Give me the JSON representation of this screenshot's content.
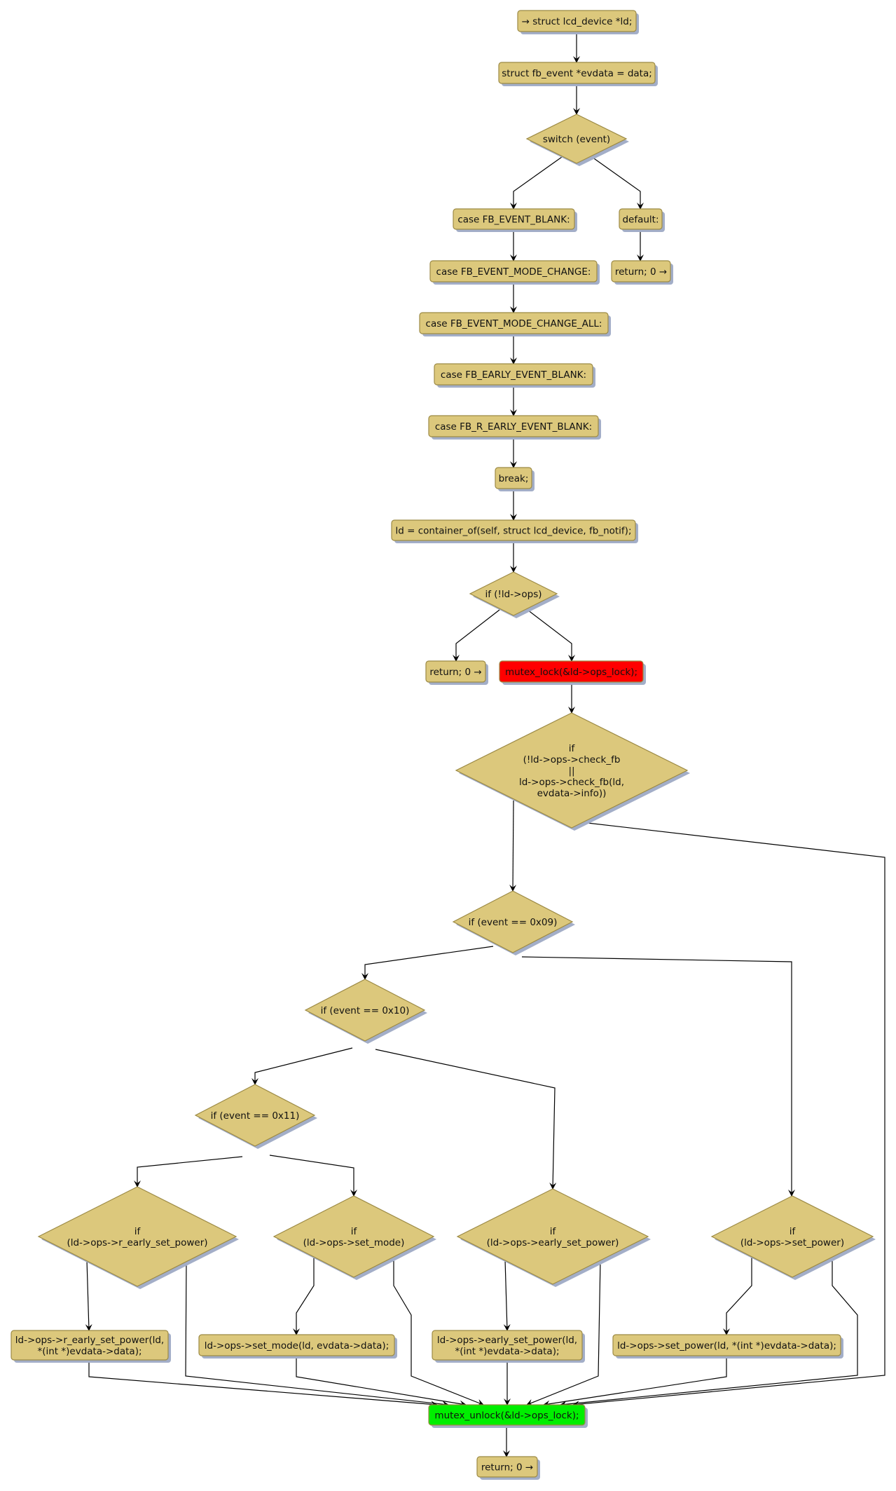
{
  "diagram": {
    "type": "flowchart",
    "colors": {
      "node_fill": "#dcc87c",
      "node_border": "#9c8a45",
      "shadow": "#a3aec8",
      "lock_fill": "#ff0000",
      "unlock_fill": "#00ee00",
      "edge": "#000000"
    },
    "nodes": [
      {
        "id": "n_start",
        "shape": "box",
        "style": "normal",
        "lines": [
          "→ struct lcd_device *ld;"
        ]
      },
      {
        "id": "n_evdata",
        "shape": "box",
        "style": "normal",
        "lines": [
          "struct fb_event *evdata = data;"
        ]
      },
      {
        "id": "n_switch",
        "shape": "diamond",
        "style": "normal",
        "lines": [
          "switch (event)"
        ]
      },
      {
        "id": "n_case_blank",
        "shape": "box",
        "style": "normal",
        "lines": [
          "case FB_EVENT_BLANK:"
        ]
      },
      {
        "id": "n_default",
        "shape": "box",
        "style": "normal",
        "lines": [
          "default:"
        ]
      },
      {
        "id": "n_case_mode",
        "shape": "box",
        "style": "normal",
        "lines": [
          "case FB_EVENT_MODE_CHANGE:"
        ]
      },
      {
        "id": "n_ret_default",
        "shape": "box",
        "style": "normal",
        "lines": [
          "return; 0 →"
        ]
      },
      {
        "id": "n_case_mode_all",
        "shape": "box",
        "style": "normal",
        "lines": [
          "case FB_EVENT_MODE_CHANGE_ALL:"
        ]
      },
      {
        "id": "n_case_early",
        "shape": "box",
        "style": "normal",
        "lines": [
          "case FB_EARLY_EVENT_BLANK:"
        ]
      },
      {
        "id": "n_case_r_early",
        "shape": "box",
        "style": "normal",
        "lines": [
          "case FB_R_EARLY_EVENT_BLANK:"
        ]
      },
      {
        "id": "n_break",
        "shape": "box",
        "style": "normal",
        "lines": [
          "break;"
        ]
      },
      {
        "id": "n_container",
        "shape": "box",
        "style": "normal",
        "lines": [
          "ld = container_of(self, struct lcd_device, fb_notif);"
        ]
      },
      {
        "id": "n_if_ops",
        "shape": "diamond",
        "style": "normal",
        "lines": [
          "if (!ld->ops)"
        ]
      },
      {
        "id": "n_ret_ops",
        "shape": "box",
        "style": "normal",
        "lines": [
          "return; 0 →"
        ]
      },
      {
        "id": "n_lock",
        "shape": "box",
        "style": "lock",
        "lines": [
          "mutex_lock(&ld->ops_lock);"
        ]
      },
      {
        "id": "n_if_check",
        "shape": "diamond",
        "style": "normal",
        "lines": [
          "if",
          "(!ld->ops->check_fb",
          "||",
          "ld->ops->check_fb(ld,",
          "evdata->info))"
        ]
      },
      {
        "id": "n_if_09",
        "shape": "diamond",
        "style": "normal",
        "lines": [
          "if (event == 0x09)"
        ]
      },
      {
        "id": "n_if_10",
        "shape": "diamond",
        "style": "normal",
        "lines": [
          "if (event == 0x10)"
        ]
      },
      {
        "id": "n_if_11",
        "shape": "diamond",
        "style": "normal",
        "lines": [
          "if (event == 0x11)"
        ]
      },
      {
        "id": "n_if_r_early",
        "shape": "diamond",
        "style": "normal",
        "lines": [
          "if",
          "(ld->ops->r_early_set_power)"
        ]
      },
      {
        "id": "n_if_set_mode",
        "shape": "diamond",
        "style": "normal",
        "lines": [
          "if",
          "(ld->ops->set_mode)"
        ]
      },
      {
        "id": "n_if_early",
        "shape": "diamond",
        "style": "normal",
        "lines": [
          "if",
          "(ld->ops->early_set_power)"
        ]
      },
      {
        "id": "n_if_set_power",
        "shape": "diamond",
        "style": "normal",
        "lines": [
          "if",
          "(ld->ops->set_power)"
        ]
      },
      {
        "id": "n_call_r_early",
        "shape": "box",
        "style": "normal",
        "lines": [
          "ld->ops->r_early_set_power(ld,",
          "*(int *)evdata->data);"
        ]
      },
      {
        "id": "n_call_set_mode",
        "shape": "box",
        "style": "normal",
        "lines": [
          "ld->ops->set_mode(ld, evdata->data);"
        ]
      },
      {
        "id": "n_call_early",
        "shape": "box",
        "style": "normal",
        "lines": [
          "ld->ops->early_set_power(ld,",
          "*(int *)evdata->data);"
        ]
      },
      {
        "id": "n_call_set_power",
        "shape": "box",
        "style": "normal",
        "lines": [
          "ld->ops->set_power(ld, *(int *)evdata->data);"
        ]
      },
      {
        "id": "n_unlock",
        "shape": "box",
        "style": "unlock",
        "lines": [
          "mutex_unlock(&ld->ops_lock);"
        ]
      },
      {
        "id": "n_ret_end",
        "shape": "box",
        "style": "normal",
        "lines": [
          "return; 0 →"
        ]
      }
    ],
    "edges": [
      {
        "from": "n_start",
        "to": "n_evdata"
      },
      {
        "from": "n_evdata",
        "to": "n_switch"
      },
      {
        "from": "n_switch",
        "to": "n_case_blank"
      },
      {
        "from": "n_switch",
        "to": "n_default"
      },
      {
        "from": "n_case_blank",
        "to": "n_case_mode"
      },
      {
        "from": "n_default",
        "to": "n_ret_default"
      },
      {
        "from": "n_case_mode",
        "to": "n_case_mode_all"
      },
      {
        "from": "n_case_mode_all",
        "to": "n_case_early"
      },
      {
        "from": "n_case_early",
        "to": "n_case_r_early"
      },
      {
        "from": "n_case_r_early",
        "to": "n_break"
      },
      {
        "from": "n_break",
        "to": "n_container"
      },
      {
        "from": "n_container",
        "to": "n_if_ops"
      },
      {
        "from": "n_if_ops",
        "to": "n_ret_ops"
      },
      {
        "from": "n_if_ops",
        "to": "n_lock"
      },
      {
        "from": "n_lock",
        "to": "n_if_check"
      },
      {
        "from": "n_if_check",
        "to": "n_if_09"
      },
      {
        "from": "n_if_check",
        "to": "n_unlock"
      },
      {
        "from": "n_if_09",
        "to": "n_if_10"
      },
      {
        "from": "n_if_09",
        "to": "n_if_set_power"
      },
      {
        "from": "n_if_10",
        "to": "n_if_11"
      },
      {
        "from": "n_if_10",
        "to": "n_if_early"
      },
      {
        "from": "n_if_11",
        "to": "n_if_r_early"
      },
      {
        "from": "n_if_11",
        "to": "n_if_set_mode"
      },
      {
        "from": "n_if_r_early",
        "to": "n_call_r_early"
      },
      {
        "from": "n_if_r_early",
        "to": "n_unlock"
      },
      {
        "from": "n_if_set_mode",
        "to": "n_call_set_mode"
      },
      {
        "from": "n_if_set_mode",
        "to": "n_unlock"
      },
      {
        "from": "n_if_early",
        "to": "n_call_early"
      },
      {
        "from": "n_if_early",
        "to": "n_unlock"
      },
      {
        "from": "n_if_set_power",
        "to": "n_call_set_power"
      },
      {
        "from": "n_if_set_power",
        "to": "n_unlock"
      },
      {
        "from": "n_call_r_early",
        "to": "n_unlock"
      },
      {
        "from": "n_call_set_mode",
        "to": "n_unlock"
      },
      {
        "from": "n_call_early",
        "to": "n_unlock"
      },
      {
        "from": "n_call_set_power",
        "to": "n_unlock"
      },
      {
        "from": "n_unlock",
        "to": "n_ret_end"
      }
    ]
  }
}
